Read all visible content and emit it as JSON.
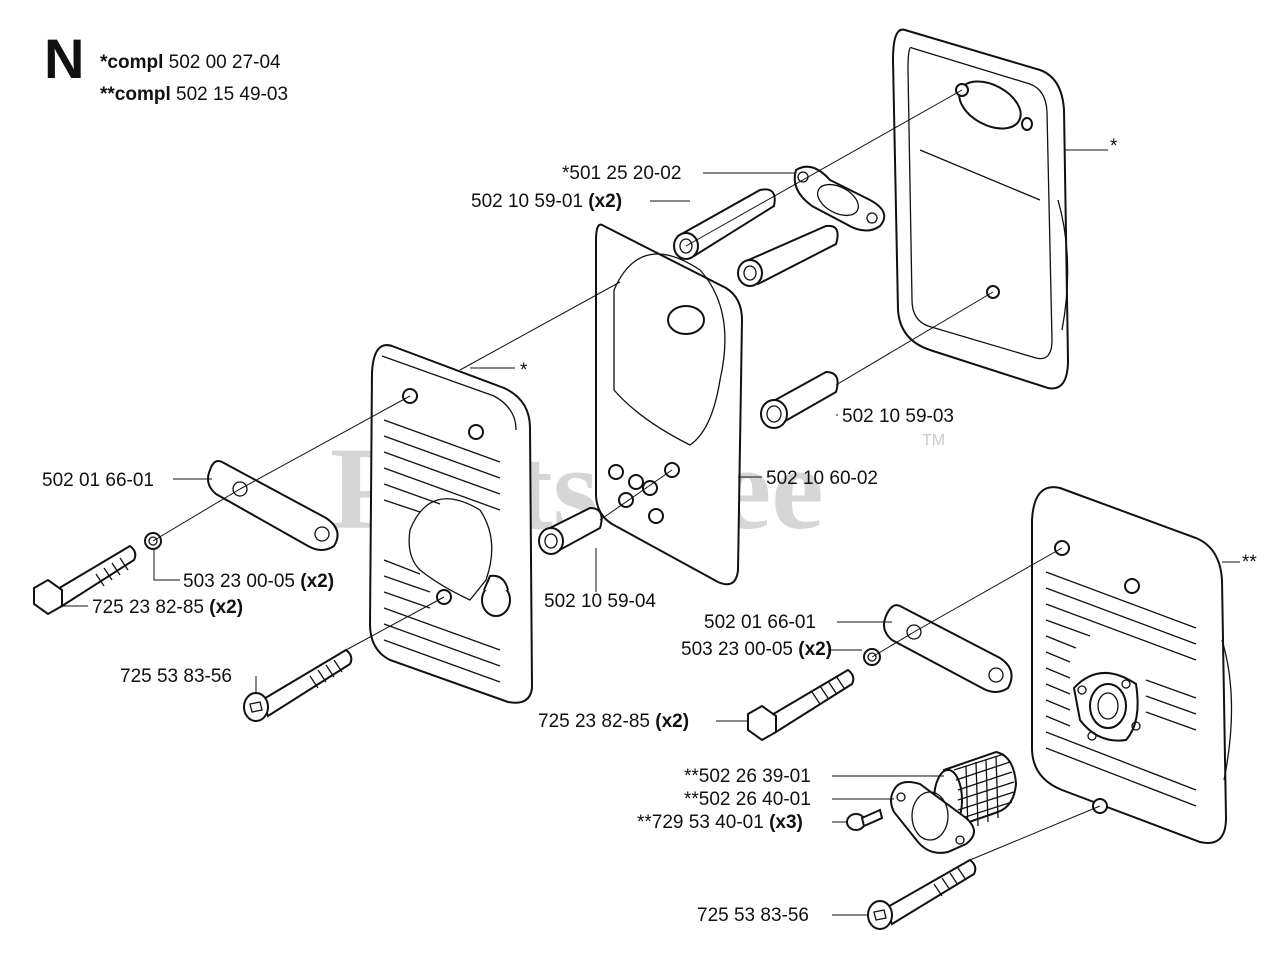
{
  "header": {
    "section_letter": "N",
    "compl_lines": [
      {
        "prefix": "*compl",
        "number": "502 00 27-04"
      },
      {
        "prefix": "**compl",
        "number": "502 15 49-03"
      }
    ]
  },
  "watermark": {
    "text": "PartsTree",
    "tm": "TM"
  },
  "callouts": [
    {
      "id": "gasket-top",
      "number": "*501 25 20-02",
      "qty": ""
    },
    {
      "id": "spacer-top",
      "number": "502 10 59-01",
      "qty": "(x2)"
    },
    {
      "id": "cover-top",
      "number": "*",
      "qty": ""
    },
    {
      "id": "muffler-front",
      "number": "*",
      "qty": ""
    },
    {
      "id": "spacer-mid",
      "number": "502 10 59-03",
      "qty": ""
    },
    {
      "id": "plate-mid",
      "number": "502 10 60-02",
      "qty": ""
    },
    {
      "id": "bracket-left",
      "number": "502 01 66-01",
      "qty": ""
    },
    {
      "id": "washer-left",
      "number": "503 23 00-05",
      "qty": "(x2)"
    },
    {
      "id": "bolt-left",
      "number": "725 23 82-85",
      "qty": "(x2)"
    },
    {
      "id": "spacer-low",
      "number": "502 10 59-04",
      "qty": ""
    },
    {
      "id": "screw-left",
      "number": "725 53 83-56",
      "qty": ""
    },
    {
      "id": "muffler-alt",
      "number": "**",
      "qty": ""
    },
    {
      "id": "bracket-right",
      "number": "502 01 66-01",
      "qty": ""
    },
    {
      "id": "washer-right",
      "number": "503 23 00-05",
      "qty": "(x2)"
    },
    {
      "id": "bolt-right",
      "number": "725 23 82-85",
      "qty": "(x2)"
    },
    {
      "id": "screen",
      "number": "**502 26 39-01",
      "qty": ""
    },
    {
      "id": "deflector",
      "number": "**502 26 40-01",
      "qty": ""
    },
    {
      "id": "small-screw",
      "number": "**729 53 40-01",
      "qty": "(x3)"
    },
    {
      "id": "screw-right",
      "number": "725 53 83-56",
      "qty": ""
    }
  ]
}
